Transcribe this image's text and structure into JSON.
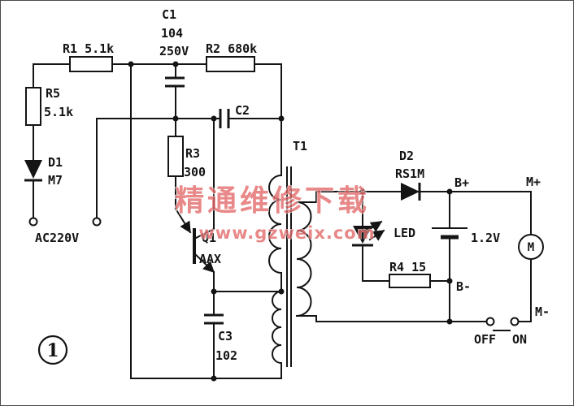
{
  "page": {
    "background": "#ffffff",
    "ink": "#141414"
  },
  "figure": {
    "number": "1"
  },
  "watermark": {
    "line1": "精通维修下载",
    "line2": "www.gzweix.com",
    "color": "#e36b6b"
  },
  "components": {
    "c1": {
      "name": "C1",
      "value": "104",
      "voltage": "250V"
    },
    "r1": {
      "label": "R1 5.1k"
    },
    "r2": {
      "label": "R2 680k"
    },
    "r5": {
      "name": "R5",
      "value": "5.1k"
    },
    "d1": {
      "name": "D1",
      "value": "M7"
    },
    "c2": {
      "name": "C2"
    },
    "r3": {
      "name": "R3",
      "value": "300"
    },
    "q1": {
      "name": "Q1",
      "value": "AAX"
    },
    "c3": {
      "name": "C3",
      "value": "102"
    },
    "t1": {
      "name": "T1"
    },
    "d2": {
      "name": "D2",
      "value": "RS1M"
    },
    "led": {
      "name": "LED"
    },
    "r4": {
      "label": "R4 15"
    },
    "battery": {
      "value": "1.2V"
    },
    "motor": {
      "symbol": "M"
    }
  },
  "terminals": {
    "ac_input": "AC220V",
    "b_plus": "B+",
    "b_minus": "B-",
    "m_plus": "M+",
    "m_minus": "M-",
    "switch_off": "OFF",
    "switch_on": "ON"
  }
}
